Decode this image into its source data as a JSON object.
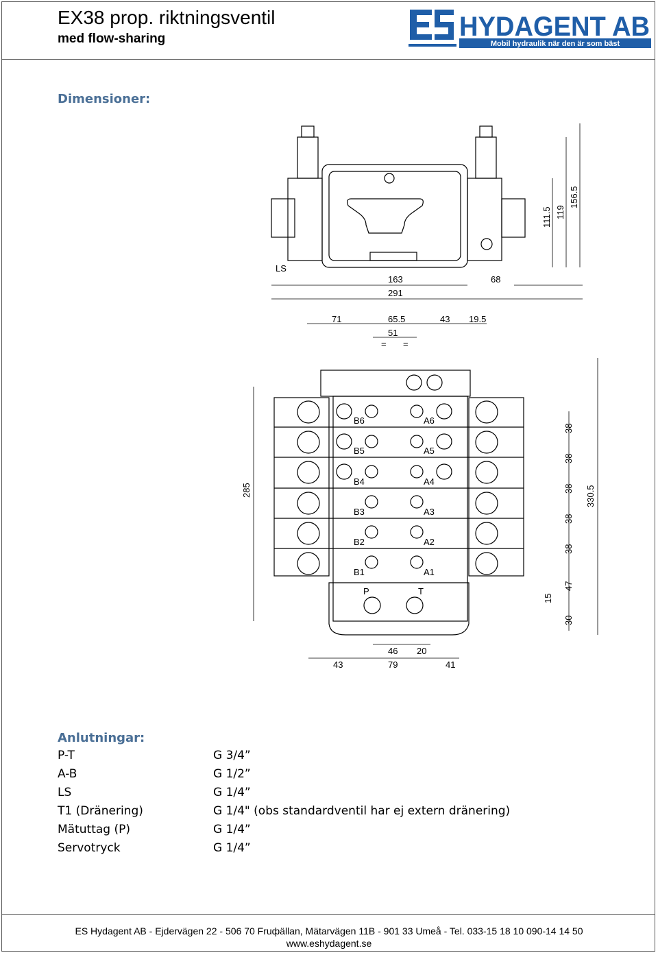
{
  "header": {
    "title": "EX38 prop. riktningsventil",
    "subtitle": "med flow-sharing"
  },
  "logo": {
    "brand": "HYDAGENT AB",
    "tagline": "Mobil hydraulik när den är som bäst",
    "colors": {
      "primary": "#1f5ea8",
      "bar": "#1f5ea8"
    }
  },
  "sections": {
    "dimensions_heading": "Dimensioner:",
    "connections_heading": "Anlutningar:"
  },
  "drawing": {
    "top_view": {
      "port_label": "LS",
      "dims": [
        "163",
        "68",
        "291",
        "111.5",
        "119",
        "156.5"
      ]
    },
    "front_view": {
      "top_dims": [
        "71",
        "65.5",
        "43",
        "19.5",
        "51"
      ],
      "equal_marks": [
        "=",
        "="
      ],
      "section_ports_b": [
        "B6",
        "B5",
        "B4",
        "B3",
        "B2",
        "B1"
      ],
      "section_ports_a": [
        "A6",
        "A5",
        "A4",
        "A3",
        "A2",
        "A1"
      ],
      "inlet_ports": [
        "P",
        "T"
      ],
      "left_dim": "285",
      "right_dims": [
        "38",
        "38",
        "38",
        "38",
        "38",
        "47",
        "15",
        "30"
      ],
      "total_height": "330.5",
      "bottom_dims": [
        "46",
        "20",
        "43",
        "79",
        "41"
      ]
    }
  },
  "connections": [
    {
      "label": "P-T",
      "value": "G 3/4”"
    },
    {
      "label": "A-B",
      "value": "G 1/2”"
    },
    {
      "label": "LS",
      "value": "G 1/4”"
    },
    {
      "label": "T1 (Dränering)",
      "value": "G 1/4\"  (obs standardventil har ej extern dränering)"
    },
    {
      "label": "Mätuttag (P)",
      "value": "G 1/4”"
    },
    {
      "label": "Servotryck",
      "value": "G 1/4”"
    }
  ],
  "footer": {
    "address": "ES Hydagent AB - Ejdervägen 22 - 506 70 Fruфällan, Mätarvägen 11B - 901 33 Umeå - Tel. 033-15 18 10   090-14 14 50",
    "website": "www.eshydagent.se"
  }
}
